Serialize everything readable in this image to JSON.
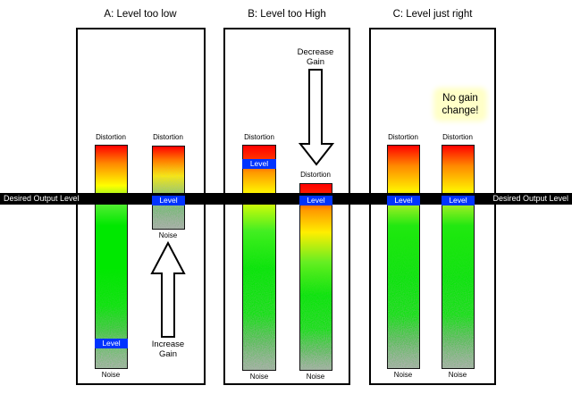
{
  "diagram": {
    "desired_output_level": {
      "left_label": "Desired Output Level",
      "right_label": "Desired Output Level"
    },
    "panels": [
      {
        "letter": "A",
        "title": "A: Level too low",
        "bars": [
          {
            "distortion_label": "Distortion",
            "level_label": "Level",
            "noise_label": "Noise"
          },
          {
            "distortion_label": "Distortion",
            "level_label": "Level",
            "noise_label": "Noise"
          }
        ],
        "arrow": {
          "direction": "up",
          "label": "Increase Gain"
        }
      },
      {
        "letter": "B",
        "title": "B: Level too High",
        "bars": [
          {
            "distortion_label": "Distortion",
            "level_label": "Level",
            "noise_label": "Noise"
          },
          {
            "distortion_label": "Distortion",
            "level_label": "Level",
            "noise_label": "Noise"
          }
        ],
        "arrow": {
          "direction": "down",
          "label": "Decrease Gain"
        }
      },
      {
        "letter": "C",
        "title": "C: Level just right",
        "bars": [
          {
            "distortion_label": "Distortion",
            "level_label": "Level",
            "noise_label": "Noise"
          },
          {
            "distortion_label": "Distortion",
            "level_label": "Level",
            "noise_label": "Noise"
          }
        ],
        "annotation": "No gain change!"
      }
    ],
    "colors": {
      "distortion_red": "#ff0000",
      "signal_green": "#00e800",
      "level_blue": "#0033ff",
      "noise_gray": "#8a8a8a",
      "annotation_bg": "#ffffc8",
      "band_black": "#000000"
    }
  }
}
